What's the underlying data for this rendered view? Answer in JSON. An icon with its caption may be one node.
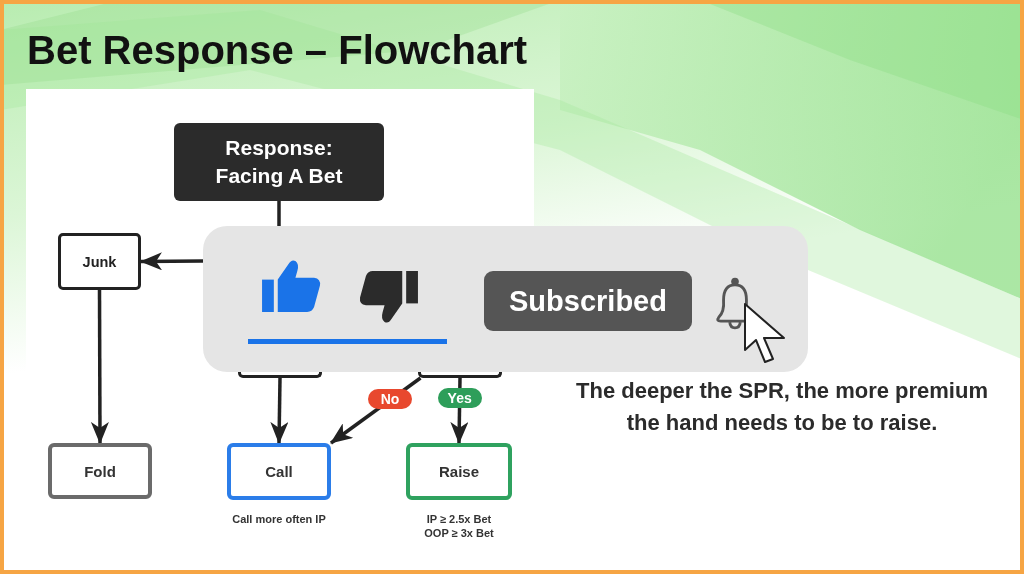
{
  "diagram": {
    "title": "Bet Response – Flowchart",
    "nodes": [
      {
        "text": [
          "Response: Facing A Bet"
        ]
      },
      {
        "text": [
          "Junk"
        ]
      },
      {
        "text": [],
        "shape": "box"
      },
      {
        "text": [],
        "shape": "box"
      },
      {
        "text": [
          "Fold"
        ]
      },
      {
        "text": [
          "Call"
        ],
        "beside": [
          "Call more often IP"
        ]
      },
      {
        "text": [
          "Raise"
        ],
        "beside": [
          "IP ≥ 2.5x Bet",
          "OOP ≥ 3x Bet"
        ]
      }
    ],
    "edges": [
      {
        "from": 0,
        "to": null,
        "arrow": "none"
      },
      {
        "from": null,
        "to": 1,
        "arrow": "to"
      },
      {
        "from": 1,
        "to": 4,
        "arrow": "to"
      },
      {
        "from": 2,
        "to": 5,
        "arrow": "to"
      },
      {
        "from": 3,
        "to": 5,
        "arrow": "to",
        "label": "No"
      },
      {
        "from": 3,
        "to": 6,
        "arrow": "to",
        "label": "Yes"
      }
    ],
    "labels": [
      "Subscribed",
      "The deeper the SPR, the more premium the hand needs to be to raise."
    ]
  }
}
